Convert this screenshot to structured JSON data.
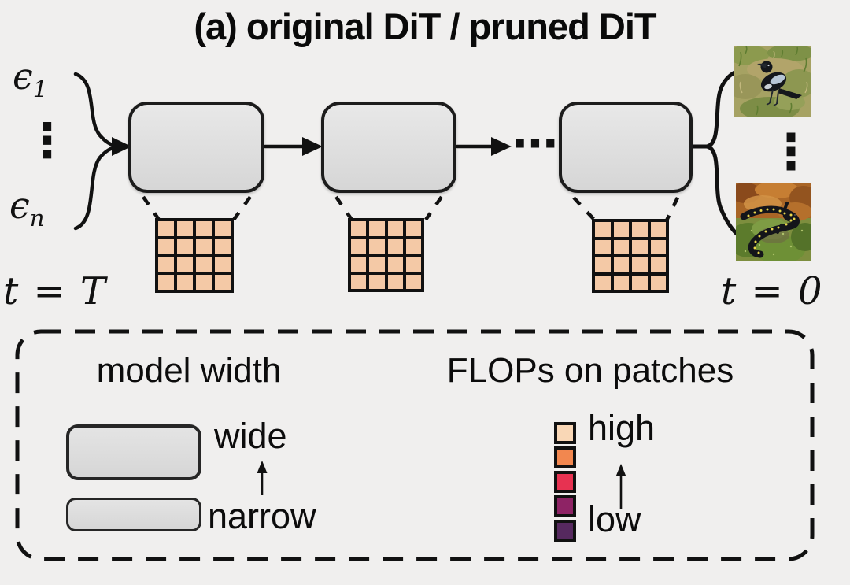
{
  "title": "(a) original DiT / pruned DiT",
  "inputs": {
    "epsilon_symbol": "ϵ",
    "first_index": "1",
    "last_index": "n",
    "vdots": "⋮"
  },
  "flow": {
    "ellipsis": "⋯"
  },
  "timesteps": {
    "start": "t = T",
    "end": "t = 0"
  },
  "outputs": {
    "vdots": "⋮",
    "top_image": "bird on grass",
    "bottom_image": "spotted salamander on moss"
  },
  "patch_grid": {
    "rows": 4,
    "cols": 4,
    "fill": "#f4c9a6"
  },
  "legend": {
    "model_width": {
      "title": "model width",
      "wide_label": "wide",
      "narrow_label": "narrow"
    },
    "flops": {
      "title": "FLOPs on patches",
      "high_label": "high",
      "low_label": "low",
      "scale_colors": [
        "#f9d7b6",
        "#f2874f",
        "#e73251",
        "#8e2365",
        "#56295f"
      ]
    }
  },
  "colors": {
    "background": "#f0efee",
    "block_fill_top": "#e8e8e8",
    "block_fill_bottom": "#d6d6d6",
    "block_border": "#1c1c1c"
  }
}
